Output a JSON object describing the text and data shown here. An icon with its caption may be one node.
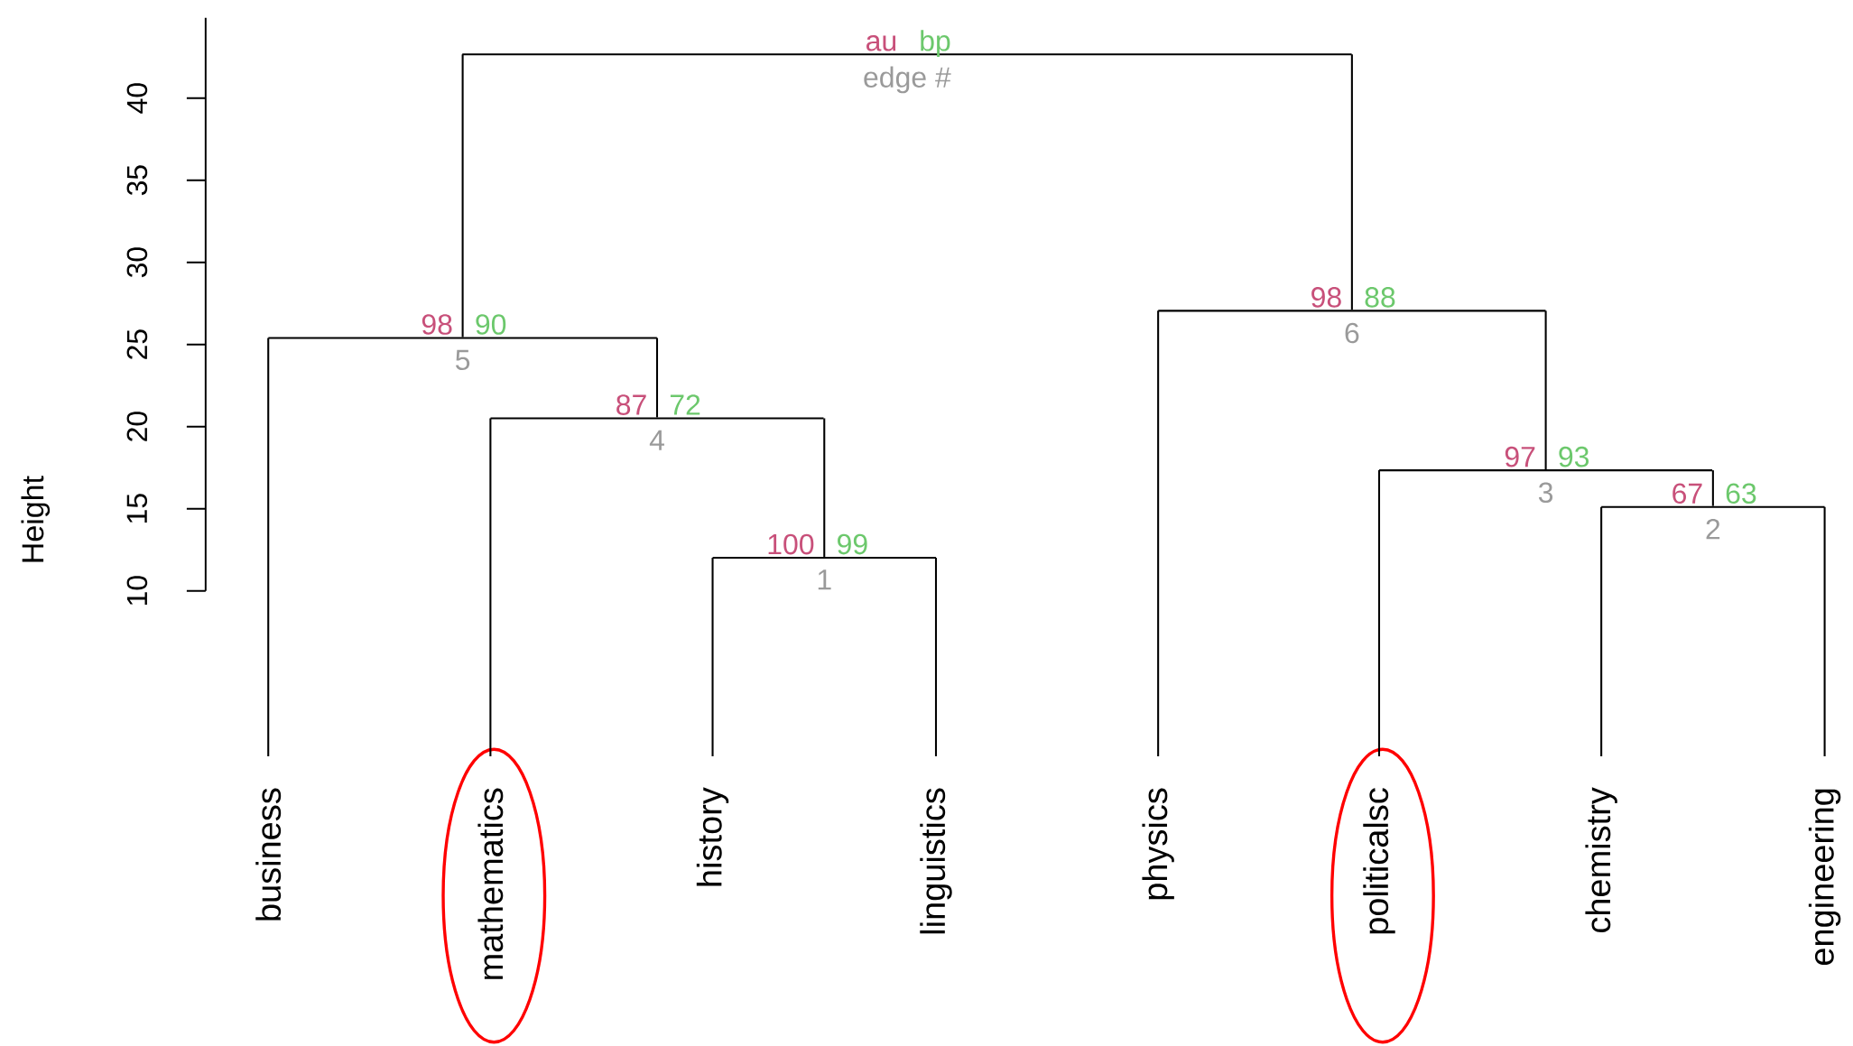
{
  "diagram": {
    "nodes": [
      {
        "text": [],
        "shape": "bar",
        "beside": [
          "au",
          "bp",
          "edge #"
        ]
      },
      {
        "text": [],
        "shape": "bar",
        "beside": [
          "98",
          "90",
          "5"
        ]
      },
      {
        "text": [],
        "shape": "bar",
        "beside": [
          "98",
          "88",
          "6"
        ]
      },
      {
        "text": [],
        "shape": "bar",
        "beside": [
          "87",
          "72",
          "4"
        ]
      },
      {
        "text": [],
        "shape": "bar",
        "beside": [
          "97",
          "93",
          "3"
        ]
      },
      {
        "text": [],
        "shape": "bar",
        "beside": [
          "67",
          "63",
          "2"
        ]
      },
      {
        "text": [],
        "shape": "bar",
        "beside": [
          "100",
          "99",
          "1"
        ]
      },
      {
        "text": [
          "business"
        ]
      },
      {
        "text": [],
        "shape": "ellipse"
      },
      {
        "text": [
          "mathematics"
        ],
        "in": 8
      },
      {
        "text": [
          "history"
        ]
      },
      {
        "text": [
          "linguistics"
        ]
      },
      {
        "text": [
          "physics"
        ]
      },
      {
        "text": [],
        "shape": "ellipse"
      },
      {
        "text": [
          "politicalsc"
        ],
        "in": 13
      },
      {
        "text": [
          "chemistry"
        ]
      },
      {
        "text": [
          "engineering"
        ]
      }
    ],
    "edges": [
      {
        "from": 0,
        "to": 1,
        "arrow": "none"
      },
      {
        "from": 0,
        "to": 2,
        "arrow": "none"
      },
      {
        "from": 1,
        "to": 7,
        "arrow": "none"
      },
      {
        "from": 1,
        "to": 3,
        "arrow": "none"
      },
      {
        "from": 3,
        "to": 9,
        "arrow": "none"
      },
      {
        "from": 3,
        "to": 6,
        "arrow": "none"
      },
      {
        "from": 6,
        "to": 10,
        "arrow": "none"
      },
      {
        "from": 6,
        "to": 11,
        "arrow": "none"
      },
      {
        "from": 2,
        "to": 12,
        "arrow": "none"
      },
      {
        "from": 2,
        "to": 4,
        "arrow": "none"
      },
      {
        "from": 4,
        "to": 14,
        "arrow": "none"
      },
      {
        "from": 4,
        "to": 5,
        "arrow": "none"
      },
      {
        "from": 5,
        "to": 15,
        "arrow": "none"
      },
      {
        "from": 5,
        "to": 16,
        "arrow": "none"
      }
    ],
    "labels": [
      "Height",
      "40",
      "35",
      "30",
      "25",
      "20",
      "15",
      "10"
    ]
  }
}
